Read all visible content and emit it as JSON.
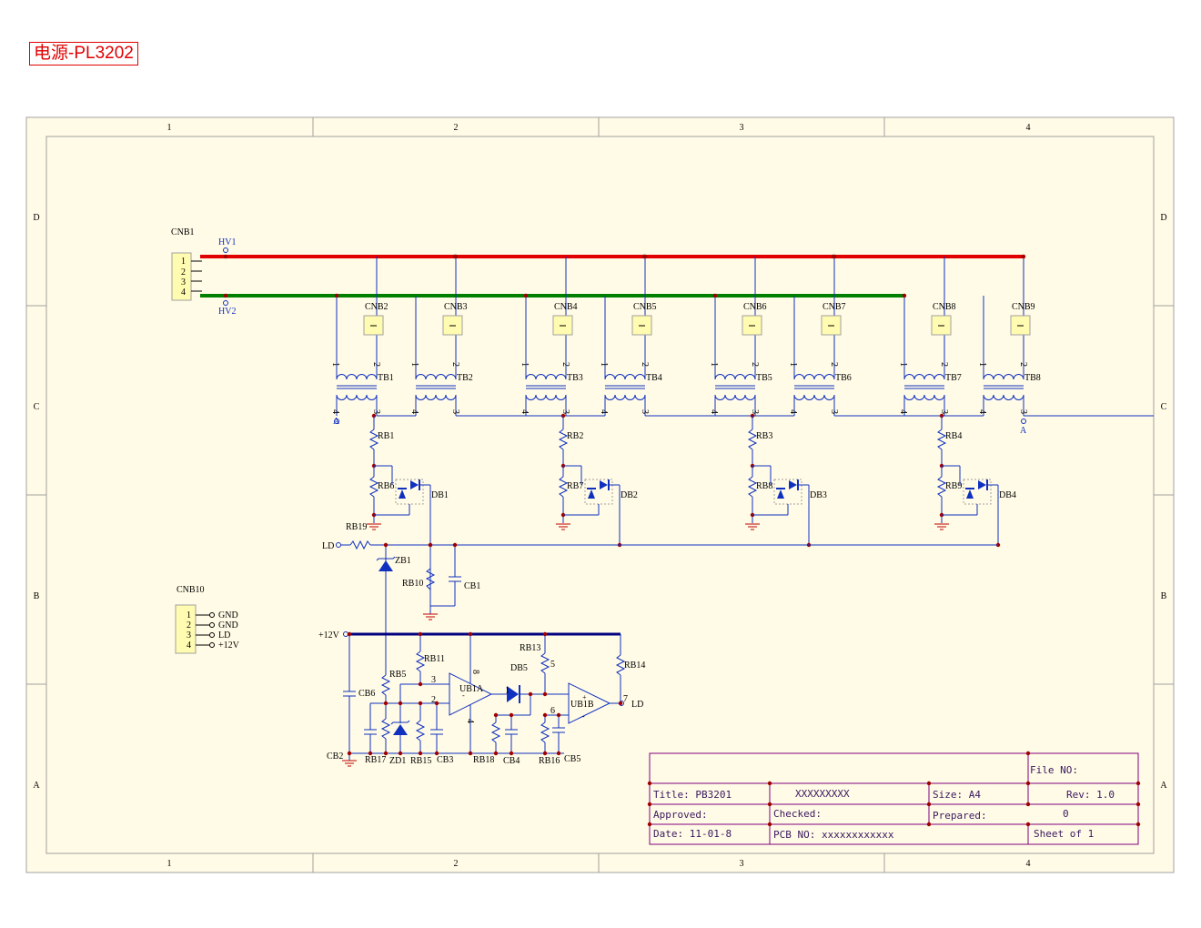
{
  "title": "电源-PL3202",
  "frame": {
    "cols": [
      "1",
      "2",
      "3",
      "4"
    ],
    "rows": [
      "D",
      "C",
      "B",
      "A"
    ]
  },
  "connectors": {
    "cnb1": {
      "ref": "CNB1",
      "pins": [
        "1",
        "2",
        "3",
        "4"
      ],
      "nets": [
        "HV1",
        "HV2"
      ]
    },
    "cnb10": {
      "ref": "CNB10",
      "pins": [
        "1",
        "2",
        "3",
        "4"
      ],
      "signals": [
        "GND",
        "GND",
        "LD",
        "+12V"
      ]
    },
    "small": [
      "CNB2",
      "CNB3",
      "CNB4",
      "CNB5",
      "CNB6",
      "CNB7",
      "CNB8",
      "CNB9"
    ]
  },
  "transformers": [
    "TB1",
    "TB2",
    "TB3",
    "TB4",
    "TB5",
    "TB6",
    "TB7",
    "TB8"
  ],
  "pin_labels": {
    "p1": "1",
    "p2": "2",
    "p3": "3",
    "p4": "4",
    "p5": "5",
    "p6": "6",
    "p7": "7",
    "p8": "8"
  },
  "end_labels": {
    "a_left": "A",
    "a_right": "A"
  },
  "branches": [
    {
      "rtop": "RB1",
      "rpar": "RB6",
      "diode": "DB1"
    },
    {
      "rtop": "RB2",
      "rpar": "RB7",
      "diode": "DB2"
    },
    {
      "rtop": "RB3",
      "rpar": "RB8",
      "diode": "DB3"
    },
    {
      "rtop": "RB4",
      "rpar": "RB9",
      "diode": "DB4"
    }
  ],
  "lower": {
    "ld_in": "LD",
    "rb19": "RB19",
    "zb1": "ZB1",
    "rb10": "RB10",
    "cb1": "CB1",
    "v12": "+12V",
    "cb6": "CB6",
    "cb2": "CB2",
    "rb5": "RB5",
    "rb11": "RB11",
    "rb17": "RB17",
    "zd1": "ZD1",
    "rb15": "RB15",
    "cb3": "CB3",
    "ub1a": "UB1A",
    "rb18": "RB18",
    "cb4": "CB4",
    "db5": "DB5",
    "rb13": "RB13",
    "rb16": "RB16",
    "cb5": "CB5",
    "ub1b": "UB1B",
    "rb14": "RB14",
    "ld_out": "LD"
  },
  "title_block": {
    "file_no": "File NO:",
    "title": "Title: PB3201",
    "title_value": "XXXXXXXXX",
    "size": "Size: A4",
    "rev": "Rev: 1.0",
    "approved": "Approved:",
    "checked": "Checked:",
    "prepared": "Prepared:",
    "prepared_value": "0",
    "date": "Date:  11-01-8",
    "pcb_no": "PCB NO: xxxxxxxxxxxx",
    "sheet": "Sheet   of 1"
  },
  "colors": {
    "frame": "#fffbe6",
    "border": "#a0a0a0",
    "hv1": "#e00000",
    "hv2": "#008000",
    "vcc": "#000080",
    "wire": "#1030c0",
    "junction": "#a00000",
    "ground": "#c00000",
    "titleblock": "#800080"
  }
}
